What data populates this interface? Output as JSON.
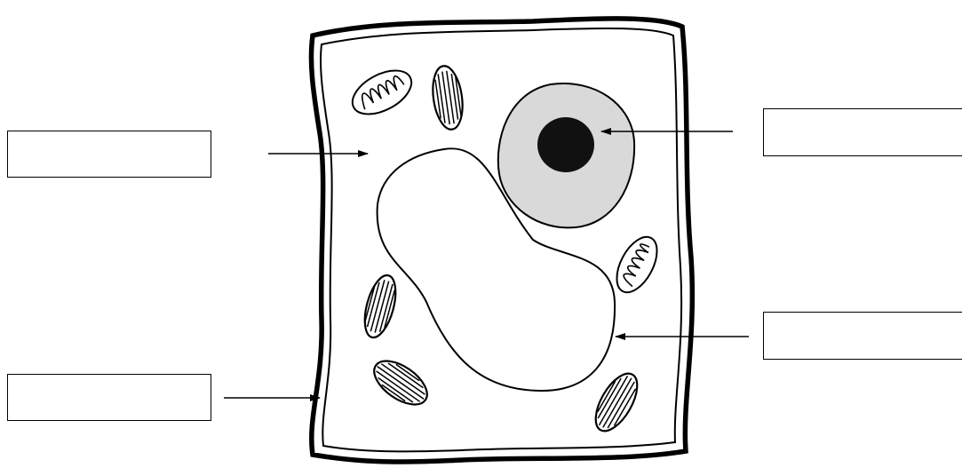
{
  "diagram": {
    "subject": "plant-cell",
    "label_boxes": [
      {
        "id": "cytoplasm-label",
        "text": ""
      },
      {
        "id": "cell-wall-label",
        "text": ""
      },
      {
        "id": "nucleolus-label",
        "text": ""
      },
      {
        "id": "vacuole-label",
        "text": ""
      }
    ],
    "colors": {
      "stroke": "#000000",
      "nucleus_fill": "#d9d9d9",
      "nucleolus_fill": "#111111",
      "background": "#ffffff"
    }
  }
}
